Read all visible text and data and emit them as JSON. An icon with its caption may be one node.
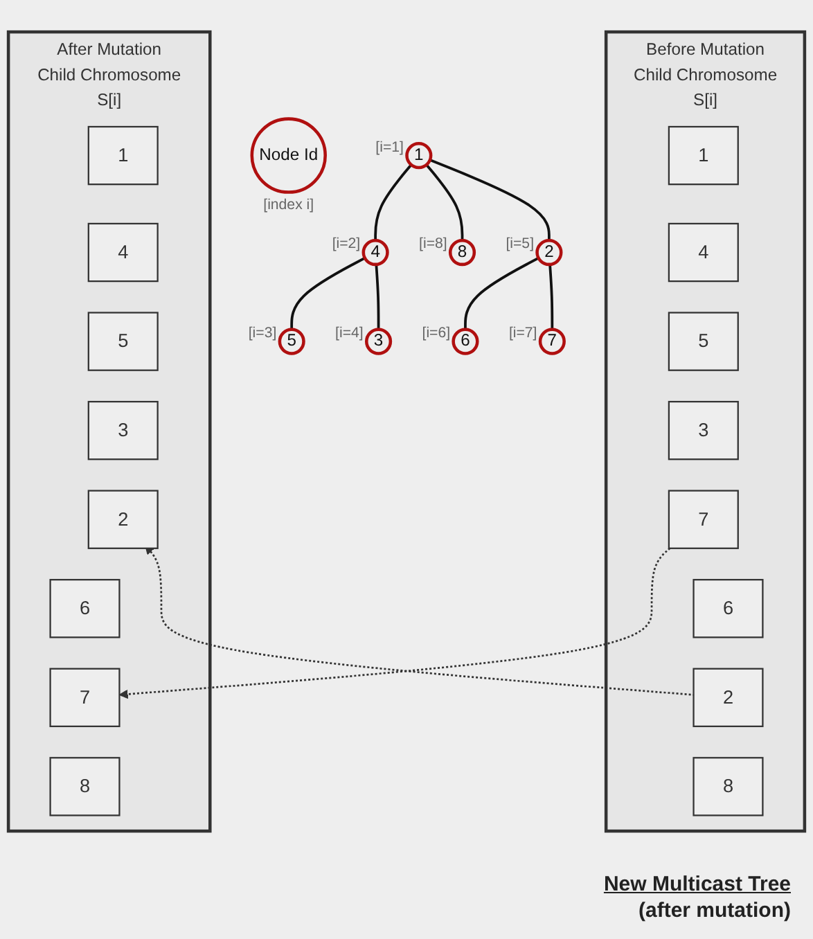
{
  "diagram": {
    "nodes": [
      {
        "text": [
          "Before Mutation",
          "Child Chromosome",
          "S[i]"
        ]
      },
      {
        "text": [
          "1"
        ],
        "in": 0
      },
      {
        "text": [
          "4"
        ],
        "in": 0
      },
      {
        "text": [
          "5"
        ],
        "in": 0
      },
      {
        "text": [
          "3"
        ],
        "in": 0
      },
      {
        "text": [
          "7"
        ],
        "in": 0
      },
      {
        "text": [
          "6"
        ],
        "in": 0
      },
      {
        "text": [
          "2"
        ],
        "in": 0
      },
      {
        "text": [
          "8"
        ],
        "in": 0
      },
      {
        "text": [
          "After Mutation",
          "Child Chromosome",
          "S[i]"
        ]
      },
      {
        "text": [
          "1"
        ],
        "in": 9
      },
      {
        "text": [
          "4"
        ],
        "in": 9
      },
      {
        "text": [
          "5"
        ],
        "in": 9
      },
      {
        "text": [
          "3"
        ],
        "in": 9
      },
      {
        "text": [
          "2"
        ],
        "in": 9
      },
      {
        "text": [
          "6"
        ],
        "in": 9
      },
      {
        "text": [
          "7"
        ],
        "in": 9
      },
      {
        "text": [
          "8"
        ],
        "in": 9
      },
      {
        "text": [
          "Node Id"
        ],
        "beside": [
          "[index i]"
        ]
      },
      {
        "text": [
          "1"
        ],
        "beside": [
          "[i=1]"
        ]
      },
      {
        "text": [
          "4"
        ],
        "beside": [
          "[i=2]"
        ]
      },
      {
        "text": [
          "5"
        ],
        "beside": [
          "[i=3]"
        ]
      },
      {
        "text": [
          "3"
        ],
        "beside": [
          "[i=4]"
        ]
      },
      {
        "text": [
          "2"
        ],
        "beside": [
          "[i=5]"
        ]
      },
      {
        "text": [
          "6"
        ],
        "beside": [
          "[i=6]"
        ]
      },
      {
        "text": [
          "7"
        ],
        "beside": [
          "[i=7]"
        ]
      },
      {
        "text": [
          "8"
        ],
        "beside": [
          "[i=8]"
        ]
      }
    ],
    "edges": [
      {
        "from": 5,
        "to": 16,
        "arrow": "to",
        "style": "dashed"
      },
      {
        "from": 7,
        "to": 14,
        "arrow": "to",
        "style": "dashed"
      },
      {
        "from": 19,
        "to": 20,
        "arrow": "none"
      },
      {
        "from": 19,
        "to": 23,
        "arrow": "none"
      },
      {
        "from": 19,
        "to": 26,
        "arrow": "none"
      },
      {
        "from": 20,
        "to": 21,
        "arrow": "none"
      },
      {
        "from": 20,
        "to": 22,
        "arrow": "none"
      },
      {
        "from": 23,
        "to": 24,
        "arrow": "none"
      },
      {
        "from": 23,
        "to": 25,
        "arrow": "none"
      }
    ],
    "labels": [
      "New Multicast Tree",
      "(after mutation)"
    ]
  }
}
